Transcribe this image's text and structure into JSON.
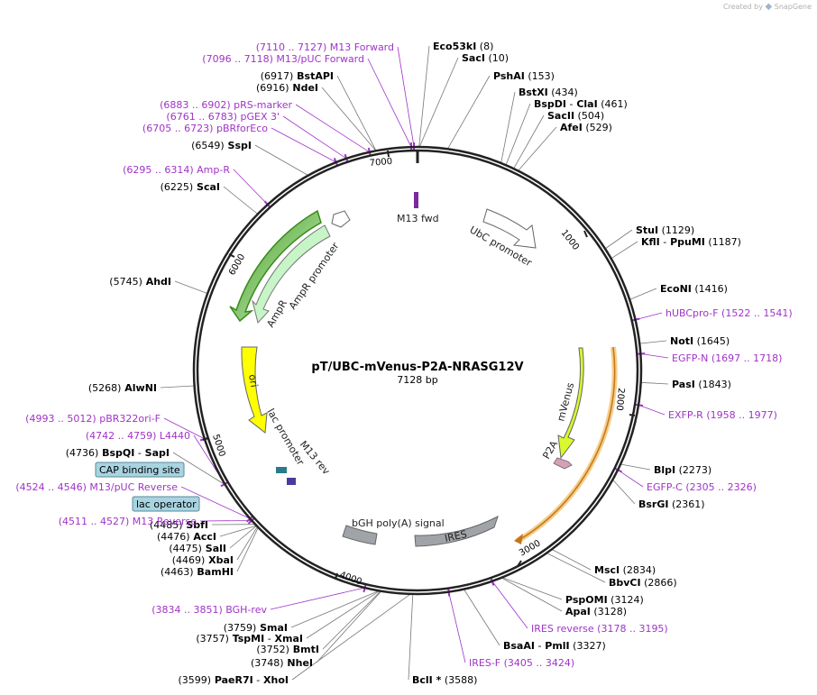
{
  "credit": {
    "prefix": "Created by",
    "brand": "SnapGene"
  },
  "plasmid": {
    "name": "pT/UBC-mVenus-P2A-NRASG12V",
    "size_label": "7128 bp",
    "length": 7128
  },
  "ruler_ticks": [
    "1000",
    "2000",
    "3000",
    "4000",
    "5000",
    "6000",
    "7000"
  ],
  "features": [
    {
      "name": "UbC promoter",
      "color": "#ffffff"
    },
    {
      "name": "mVenus",
      "color": "#d9f82d"
    },
    {
      "name": "P2A",
      "color": "#d8a0b8"
    },
    {
      "name": "IRES",
      "color": "#a0a4a8"
    },
    {
      "name": "bGH poly(A) signal",
      "color": "#a0a4a8"
    },
    {
      "name": "lac promoter",
      "color": "#ffffff"
    },
    {
      "name": "ori",
      "color": "#ffff00"
    },
    {
      "name": "AmpR",
      "color": "#c8f5c8"
    },
    {
      "name": "AmpR promoter",
      "color": "#ffffff"
    },
    {
      "name": "M13 fwd",
      "color": "#7a2a9a"
    },
    {
      "name": "M13 rev",
      "color": "#7a2a9a"
    }
  ],
  "boxed_labels": [
    {
      "name": "CAP binding site"
    },
    {
      "name": "lac operator"
    }
  ],
  "site_labels": [
    {
      "kind": "enzyme",
      "name": "Eco53kI",
      "pos": "(8)"
    },
    {
      "kind": "enzyme",
      "name": "SacI",
      "pos": "(10)"
    },
    {
      "kind": "enzyme",
      "name": "PshAI",
      "pos": "(153)"
    },
    {
      "kind": "enzyme",
      "name": "BstXI",
      "pos": "(434)"
    },
    {
      "kind": "enzyme",
      "name": "BspDI",
      "name2": "ClaI",
      "pos": "(461)"
    },
    {
      "kind": "enzyme",
      "name": "SacII",
      "pos": "(504)"
    },
    {
      "kind": "enzyme",
      "name": "AfeI",
      "pos": "(529)"
    },
    {
      "kind": "enzyme",
      "name": "StuI",
      "pos": "(1129)"
    },
    {
      "kind": "enzyme",
      "name": "KflI",
      "name2": "PpuMI",
      "pos": "(1187)"
    },
    {
      "kind": "enzyme",
      "name": "EcoNI",
      "pos": "(1416)"
    },
    {
      "kind": "primer",
      "name": "hUBCpro-F",
      "pos": "(1522 .. 1541)"
    },
    {
      "kind": "enzyme",
      "name": "NotI",
      "pos": "(1645)"
    },
    {
      "kind": "primer",
      "name": "EGFP-N",
      "pos": "(1697 .. 1718)"
    },
    {
      "kind": "enzyme",
      "name": "PasI",
      "pos": "(1843)"
    },
    {
      "kind": "primer",
      "name": "EXFP-R",
      "pos": "(1958 .. 1977)"
    },
    {
      "kind": "enzyme",
      "name": "BlpI",
      "pos": "(2273)"
    },
    {
      "kind": "primer",
      "name": "EGFP-C",
      "pos": "(2305 .. 2326)"
    },
    {
      "kind": "enzyme",
      "name": "BsrGI",
      "pos": "(2361)"
    },
    {
      "kind": "enzyme",
      "name": "MscI",
      "pos": "(2834)"
    },
    {
      "kind": "enzyme",
      "name": "BbvCI",
      "pos": "(2866)"
    },
    {
      "kind": "enzyme",
      "name": "PspOMI",
      "pos": "(3124)"
    },
    {
      "kind": "enzyme",
      "name": "ApaI",
      "pos": "(3128)"
    },
    {
      "kind": "primer",
      "name": "IRES reverse",
      "pos": "(3178 .. 3195)"
    },
    {
      "kind": "enzyme",
      "name": "BsaAI",
      "name2": "PmlI",
      "pos": "(3327)"
    },
    {
      "kind": "primer",
      "name": "IRES-F",
      "pos": "(3405 .. 3424)"
    },
    {
      "kind": "enzyme",
      "name": "BclI *",
      "pos": "(3588)"
    },
    {
      "kind": "enzyme",
      "name": "PaeR7I",
      "name2": "XhoI",
      "pos": "(3599)"
    },
    {
      "kind": "enzyme",
      "name": "NheI",
      "pos": "(3748)"
    },
    {
      "kind": "enzyme",
      "name": "BmtI",
      "pos": "(3752)"
    },
    {
      "kind": "enzyme",
      "name": "TspMI",
      "name2": "XmaI",
      "pos": "(3757)"
    },
    {
      "kind": "enzyme",
      "name": "SmaI",
      "pos": "(3759)"
    },
    {
      "kind": "primer",
      "name": "BGH-rev",
      "pos": "(3834 .. 3851)"
    },
    {
      "kind": "enzyme",
      "name": "BamHI",
      "pos": "(4463)"
    },
    {
      "kind": "enzyme",
      "name": "XbaI",
      "pos": "(4469)"
    },
    {
      "kind": "enzyme",
      "name": "SalI",
      "pos": "(4475)"
    },
    {
      "kind": "enzyme",
      "name": "AccI",
      "pos": "(4476)"
    },
    {
      "kind": "enzyme",
      "name": "SbfI",
      "pos": "(4485)"
    },
    {
      "kind": "primer",
      "name": "M13 Reverse",
      "pos": "(4511 .. 4527)"
    },
    {
      "kind": "primer",
      "name": "M13/pUC Reverse",
      "pos": "(4524 .. 4546)"
    },
    {
      "kind": "enzyme",
      "name": "BspQI",
      "name2": "SapI",
      "pos": "(4736)"
    },
    {
      "kind": "primer",
      "name": "L4440",
      "pos": "(4742 .. 4759)"
    },
    {
      "kind": "primer",
      "name": "pBR322ori-F",
      "pos": "(4993 .. 5012)"
    },
    {
      "kind": "enzyme",
      "name": "AlwNI",
      "pos": "(5268)"
    },
    {
      "kind": "enzyme",
      "name": "AhdI",
      "pos": "(5745)"
    },
    {
      "kind": "enzyme",
      "name": "ScaI",
      "pos": "(6225)"
    },
    {
      "kind": "primer",
      "name": "Amp-R",
      "pos": "(6295 .. 6314)"
    },
    {
      "kind": "enzyme",
      "name": "SspI",
      "pos": "(6549)"
    },
    {
      "kind": "primer",
      "name": "pBRforEco",
      "pos": "(6705 .. 6723)"
    },
    {
      "kind": "primer",
      "name": "pGEX 3'",
      "pos": "(6761 .. 6783)"
    },
    {
      "kind": "primer",
      "name": "pRS-marker",
      "pos": "(6883 .. 6902)"
    },
    {
      "kind": "enzyme",
      "name": "NdeI",
      "pos": "(6916)"
    },
    {
      "kind": "enzyme",
      "name": "BstAPI",
      "pos": "(6917)"
    },
    {
      "kind": "primer",
      "name": "M13/pUC Forward",
      "pos": "(7096 .. 7118)"
    },
    {
      "kind": "primer",
      "name": "M13 Forward",
      "pos": "(7110 .. 7127)"
    }
  ],
  "colors": {
    "primer": "#a033c8",
    "enzyme": "#000000",
    "backbone": "#222222",
    "leader": "#777777"
  }
}
